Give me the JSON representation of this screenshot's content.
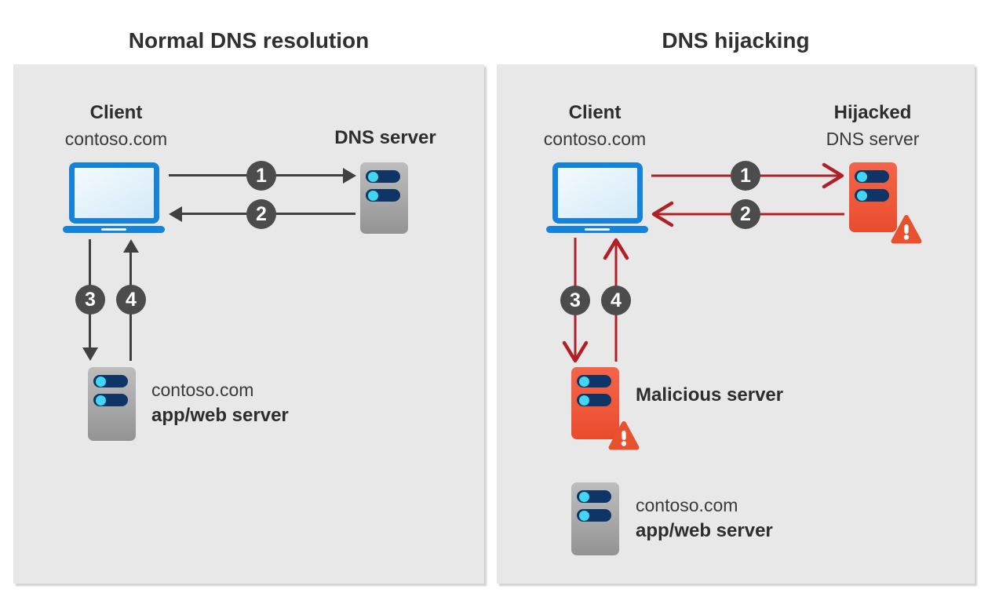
{
  "titles": {
    "left": "Normal DNS resolution",
    "right": "DNS hijacking"
  },
  "left_panel": {
    "client_name": "Client",
    "client_domain": "contoso.com",
    "dns_server_label": "DNS server",
    "steps": [
      "1",
      "2",
      "3",
      "4"
    ],
    "app_server_domain": "contoso.com",
    "app_server_label": "app/web server"
  },
  "right_panel": {
    "client_name": "Client",
    "client_domain": "contoso.com",
    "hijacked_dns_line1": "Hijacked",
    "hijacked_dns_line2": "DNS server",
    "steps": [
      "1",
      "2",
      "3",
      "4"
    ],
    "malicious_server_label": "Malicious server",
    "app_server_domain": "contoso.com",
    "app_server_label": "app/web server"
  },
  "icons": {
    "client": "laptop-icon",
    "dns_server": "server-icon",
    "hijacked_dns_server": "server-warning-icon",
    "malicious_server": "server-warning-icon",
    "app_web_server": "server-icon"
  },
  "colors": {
    "arrow_normal": "#404040",
    "arrow_hijack": "#b02026",
    "badge_bg": "#4c4c4c",
    "laptop_blue": "#1583d8",
    "pill_navy": "#0e3565",
    "pill_cyan": "#41d6f2",
    "warning_orange": "#e8512e",
    "panel_bg": "#e8e8e8"
  }
}
